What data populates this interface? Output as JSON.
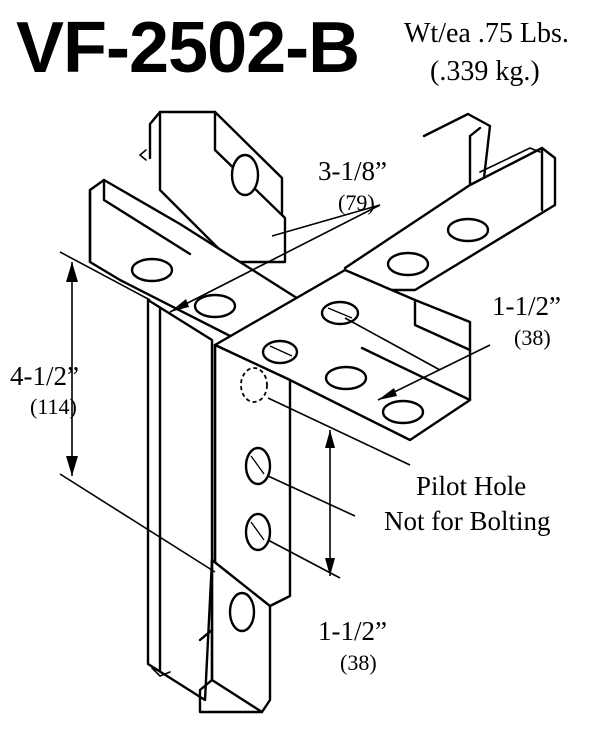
{
  "title": {
    "part_number": "VF-2502-B",
    "weight_line1": "Wt/ea .75 Lbs.",
    "weight_line2": "(.339 kg.)"
  },
  "dimensions": {
    "top_width": {
      "imperial": "3-1/8”",
      "metric": "(79)"
    },
    "vertical_leg": {
      "imperial": "4-1/2”",
      "metric": "(114)"
    },
    "arm_width": {
      "imperial": "1-1/2”",
      "metric": "(38)"
    },
    "hole_spacing": {
      "imperial": "1-1/2”",
      "metric": "(38)"
    }
  },
  "note": {
    "line1": "Pilot Hole",
    "line2": "Not for Bolting"
  }
}
